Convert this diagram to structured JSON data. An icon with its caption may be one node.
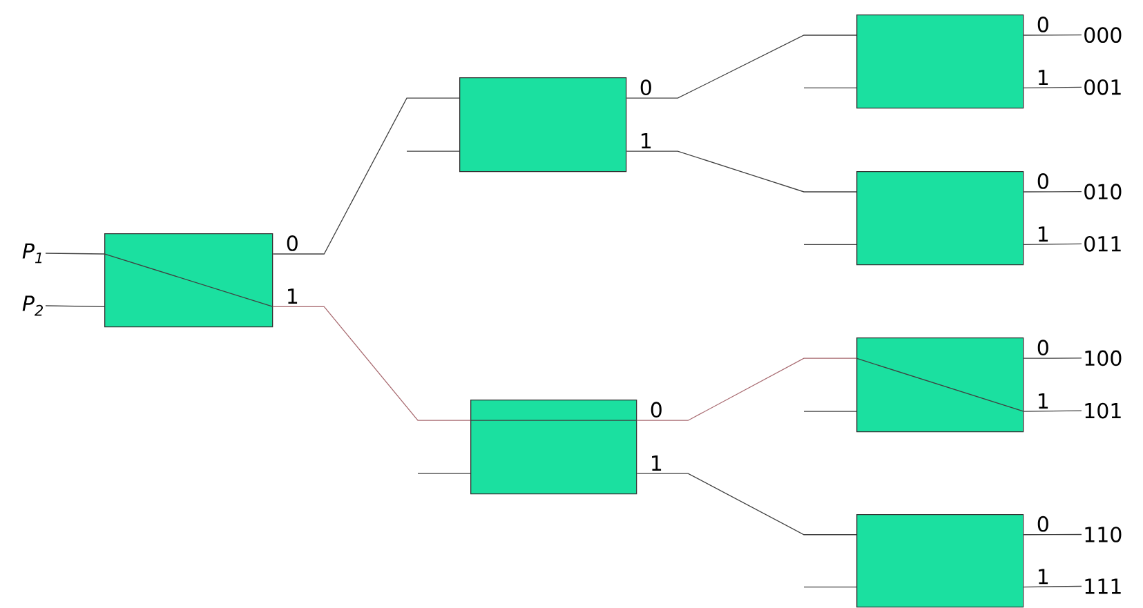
{
  "diagram": {
    "nodes": [
      {
        "text": [
          "P$_{1}$"
        ]
      },
      {
        "text": [
          "P$_{2}$"
        ]
      },
      {
        "text": [],
        "shape": "box"
      },
      {
        "text": [],
        "shape": "box"
      },
      {
        "text": [],
        "shape": "box"
      },
      {
        "text": [],
        "shape": "box"
      },
      {
        "text": [],
        "shape": "box"
      },
      {
        "text": [],
        "shape": "box"
      },
      {
        "text": [],
        "shape": "box"
      },
      {
        "text": [
          "000"
        ]
      },
      {
        "text": [
          "001"
        ]
      },
      {
        "text": [
          "010"
        ]
      },
      {
        "text": [
          "011"
        ]
      },
      {
        "text": [
          "100"
        ]
      },
      {
        "text": [
          "101"
        ]
      },
      {
        "text": [
          "110"
        ]
      },
      {
        "text": [
          "111"
        ]
      }
    ],
    "edges": [
      {
        "from": 0,
        "to": 2,
        "arrow": "none"
      },
      {
        "from": 1,
        "to": 2,
        "arrow": "none"
      },
      {
        "from": 2,
        "to": 3,
        "arrow": "none",
        "label": "0"
      },
      {
        "from": 2,
        "to": 4,
        "arrow": "none",
        "label": "1",
        "color": "#a86a70"
      },
      {
        "from": null,
        "to": 3,
        "arrow": "none"
      },
      {
        "from": null,
        "to": 4,
        "arrow": "none"
      },
      {
        "from": 3,
        "to": 5,
        "arrow": "none",
        "label": "0"
      },
      {
        "from": 3,
        "to": 6,
        "arrow": "none",
        "label": "1"
      },
      {
        "from": 4,
        "to": 7,
        "arrow": "none",
        "label": "0",
        "color": "#a86a70"
      },
      {
        "from": 4,
        "to": 8,
        "arrow": "none",
        "label": "1"
      },
      {
        "from": null,
        "to": 5,
        "arrow": "none"
      },
      {
        "from": null,
        "to": 6,
        "arrow": "none"
      },
      {
        "from": null,
        "to": 7,
        "arrow": "none"
      },
      {
        "from": null,
        "to": 8,
        "arrow": "none"
      },
      {
        "from": 5,
        "to": 9,
        "arrow": "none",
        "label": "0"
      },
      {
        "from": 5,
        "to": 10,
        "arrow": "none",
        "label": "1"
      },
      {
        "from": 6,
        "to": 11,
        "arrow": "none",
        "label": "0"
      },
      {
        "from": 6,
        "to": 12,
        "arrow": "none",
        "label": "1"
      },
      {
        "from": 7,
        "to": 13,
        "arrow": "none",
        "label": "0"
      },
      {
        "from": 7,
        "to": 14,
        "arrow": "none",
        "label": "1"
      },
      {
        "from": 8,
        "to": 15,
        "arrow": "none",
        "label": "0"
      },
      {
        "from": 8,
        "to": 16,
        "arrow": "none",
        "label": "1"
      }
    ]
  }
}
